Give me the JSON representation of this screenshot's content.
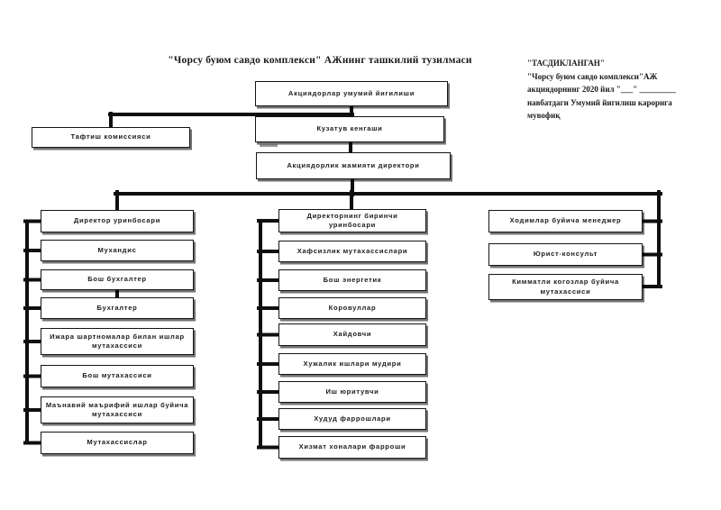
{
  "title": "\"Чорсу буюм савдо комплекси\" АЖнинг ташкилий тузилмаси",
  "approval": {
    "line1": "\"ТАСДИКЛАНГАН\"",
    "line2": "\"Чорсу буюм савдо комплекси\"АЖ",
    "line3": "акциядорнинг 2020 йил \"___\" _________",
    "line4": "навбатдаги Умумий йигилиш карорига",
    "line5": "мувофиқ"
  },
  "org": {
    "top": "Акциядорлар умумий йигилиши",
    "audit": "Тафтиш комиссияси",
    "council": "Кузатув кенгаши",
    "director": "Акциядорлик жамияти директори",
    "left": [
      "Директор уринбосари",
      "Мухандис",
      "Бош бухгалтер",
      "Бухгалтер",
      "Ижара шартномалар билан ишлар мутахассиси",
      "Бош мутахассиси",
      "Маънавий маърифий ишлар буйича мутахассиси",
      "Мутахассислар"
    ],
    "middle": [
      "Директорнинг биринчи уринбосари",
      "Хафсизлик мутахассислари",
      "Бош энергетик",
      "Коровуллар",
      "Хайдовчи",
      "Хужалик ишлари мудири",
      "Иш юритувчи",
      "Худуд фаррошлари",
      "Хизмат хоналари фарроши"
    ],
    "right": [
      "Ходимлар буйича менеджер",
      "Юрист-консульт",
      "Кимматли когозлар буйича мутахассиси"
    ]
  },
  "colors": {
    "line": "#0f0f0f",
    "box_border": "#141414",
    "background": "#ffffff",
    "text": "#1c1c1c"
  }
}
